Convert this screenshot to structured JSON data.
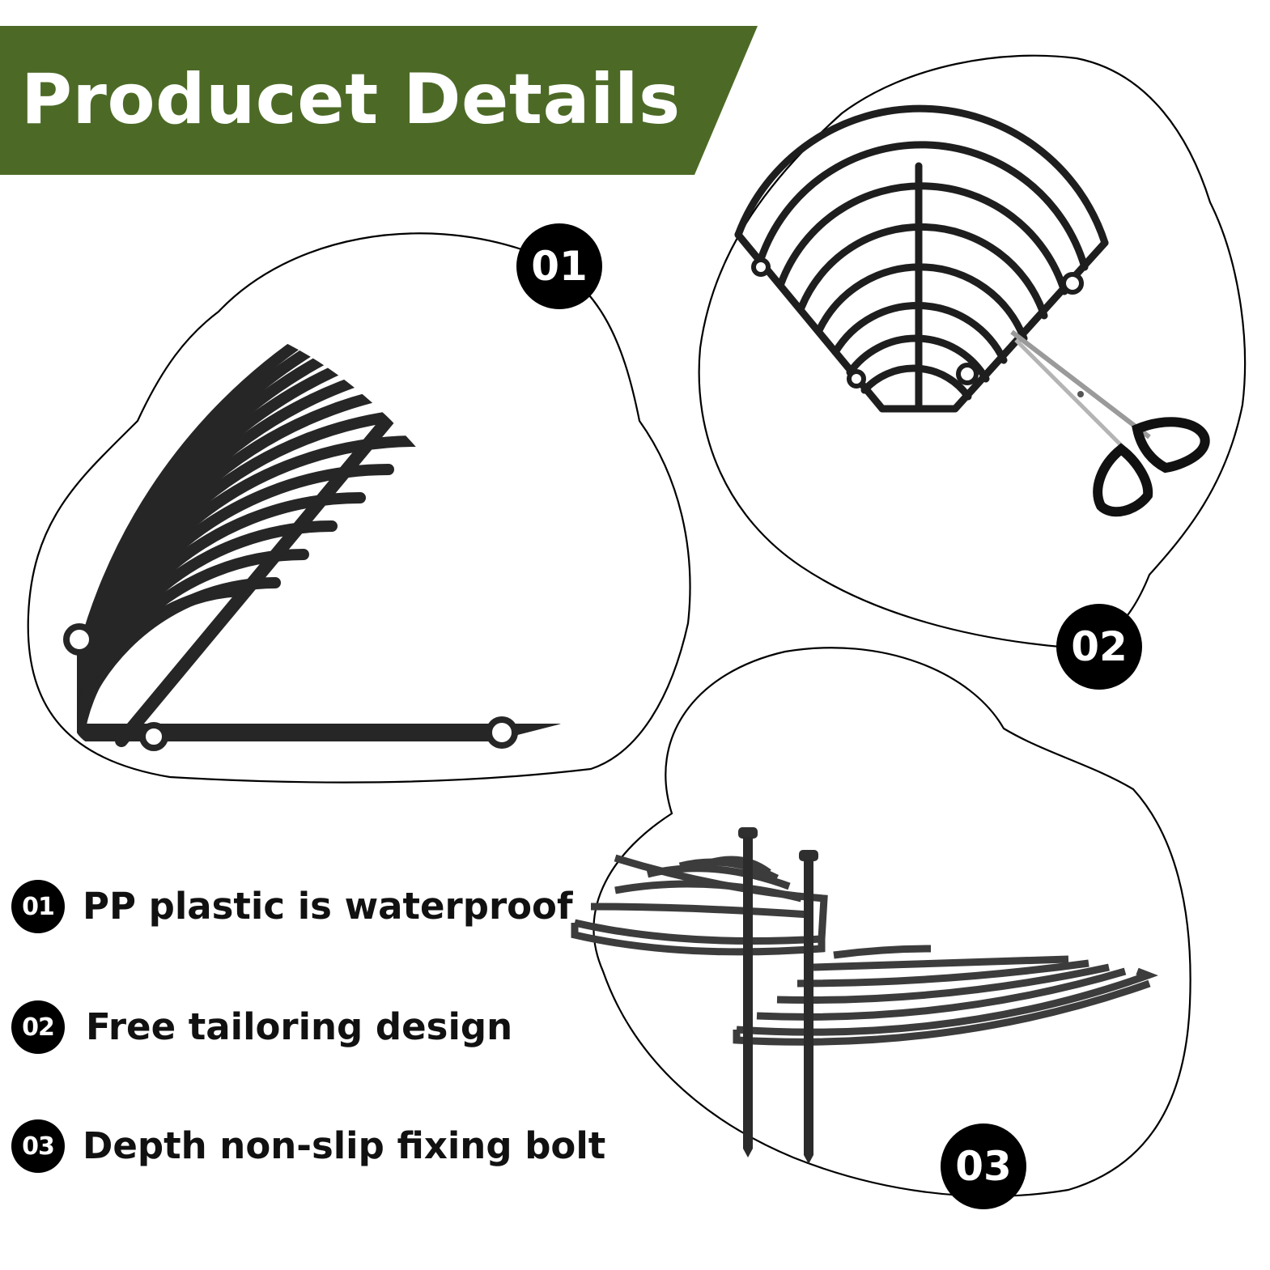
{
  "header": {
    "title": "Producet Details",
    "banner_color": "#4c6a26"
  },
  "callouts": [
    {
      "number": "01"
    },
    {
      "number": "02"
    },
    {
      "number": "03"
    }
  ],
  "features": [
    {
      "number": "01",
      "text": "PP plastic is waterproof"
    },
    {
      "number": "02",
      "text": "Free tailoring design"
    },
    {
      "number": "03",
      "text": "Depth non-slip fixing bolt"
    }
  ],
  "illustrations": [
    {
      "name": "curved-grid-tile"
    },
    {
      "name": "tile-with-scissors"
    },
    {
      "name": "tiles-with-fixing-bolts"
    }
  ]
}
